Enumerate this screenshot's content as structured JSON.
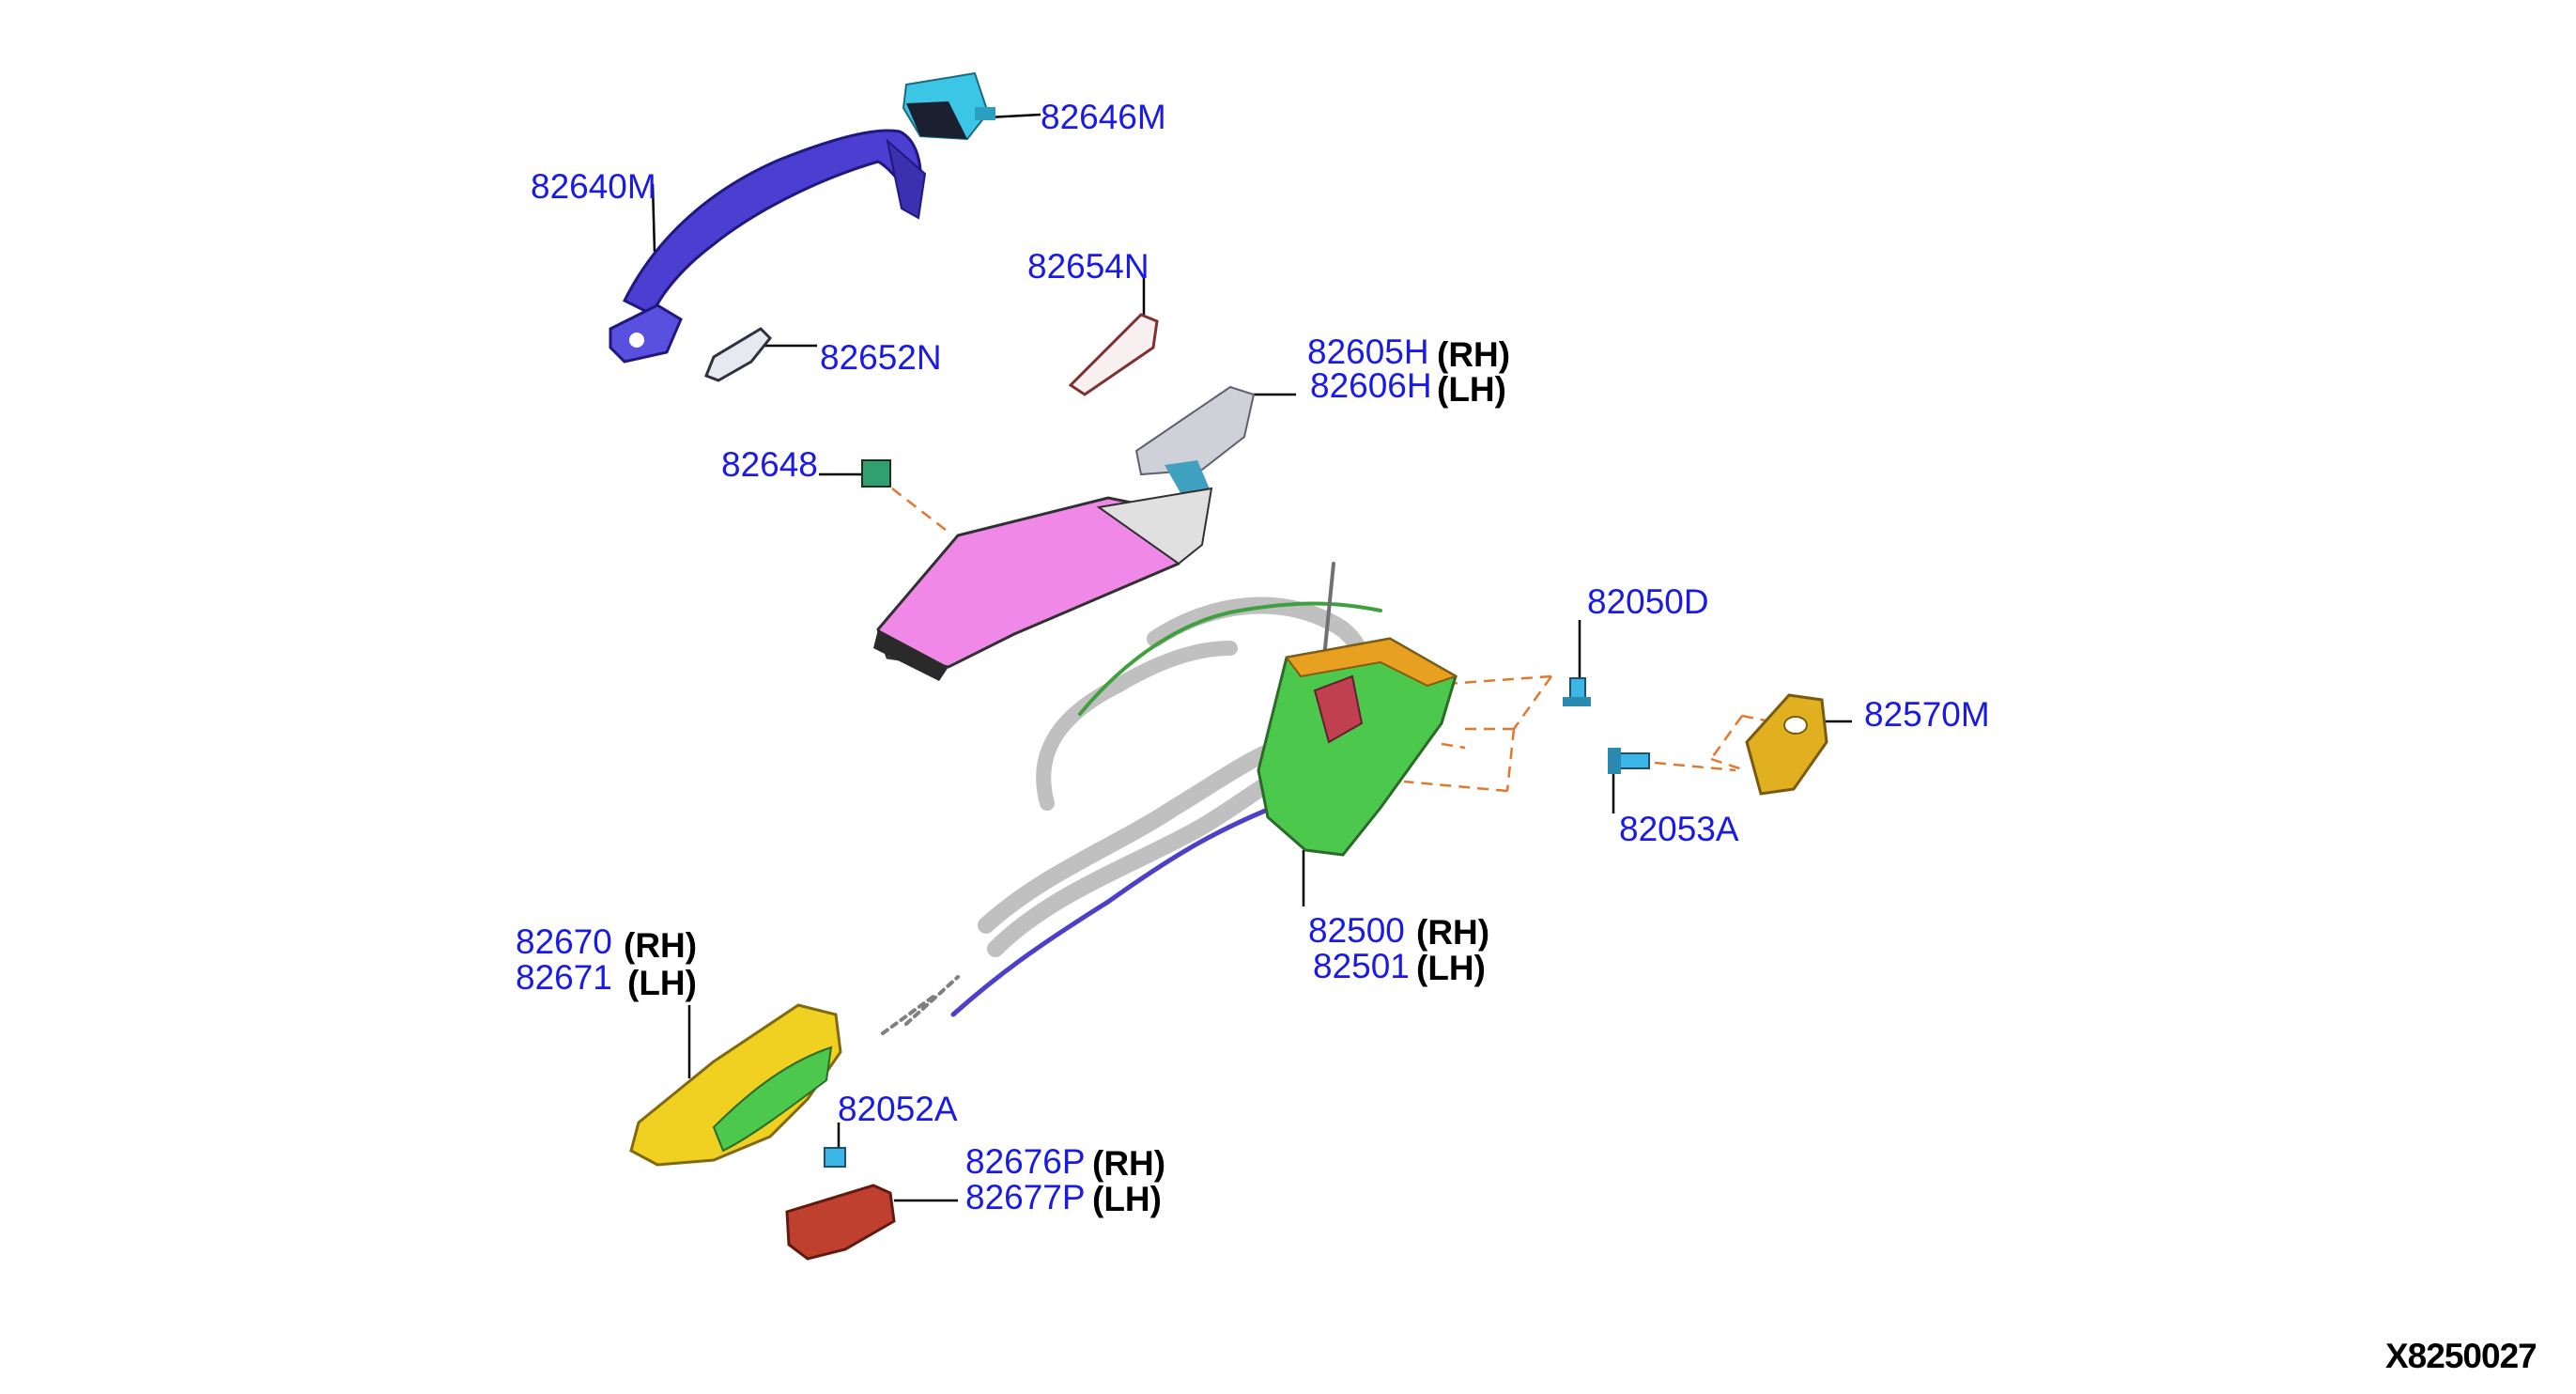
{
  "diagram_code": "X8250027",
  "colors": {
    "label": "#1a1ae6",
    "side_tag": "#000000",
    "leader": "#000000",
    "dash": "#e07830",
    "handle": "#4a3fd0",
    "cap": "#3cc6e6",
    "bezel": "#f088e8",
    "bracket": "#c8c8c8",
    "latch": "#4cc84c",
    "latch_frame": "#e8a020",
    "inner_handle": "#f0d020",
    "cover": "#c04030",
    "striker": "#e0b020",
    "cable": "#c0c0c0",
    "rod": "#4c40c8"
  },
  "parts": [
    {
      "id": "p82646M",
      "number": "82646M",
      "side": ""
    },
    {
      "id": "p82640M",
      "number": "82640M",
      "side": ""
    },
    {
      "id": "p82654N",
      "number": "82654N",
      "side": ""
    },
    {
      "id": "p82652N",
      "number": "82652N",
      "side": ""
    },
    {
      "id": "p82605H",
      "number": "82605H",
      "side": "(RH)"
    },
    {
      "id": "p82606H",
      "number": "82606H",
      "side": "(LH)"
    },
    {
      "id": "p82648",
      "number": "82648",
      "side": ""
    },
    {
      "id": "p82050D",
      "number": "82050D",
      "side": ""
    },
    {
      "id": "p82570M",
      "number": "82570M",
      "side": ""
    },
    {
      "id": "p82053A",
      "number": "82053A",
      "side": ""
    },
    {
      "id": "p82500",
      "number": "82500",
      "side": "(RH)"
    },
    {
      "id": "p82501",
      "number": "82501",
      "side": "(LH)"
    },
    {
      "id": "p82670",
      "number": "82670",
      "side": "(RH)"
    },
    {
      "id": "p82671",
      "number": "82671",
      "side": "(LH)"
    },
    {
      "id": "p82052A",
      "number": "82052A",
      "side": ""
    },
    {
      "id": "p82676P",
      "number": "82676P",
      "side": "(RH)"
    },
    {
      "id": "p82677P",
      "number": "82677P",
      "side": "(LH)"
    }
  ]
}
